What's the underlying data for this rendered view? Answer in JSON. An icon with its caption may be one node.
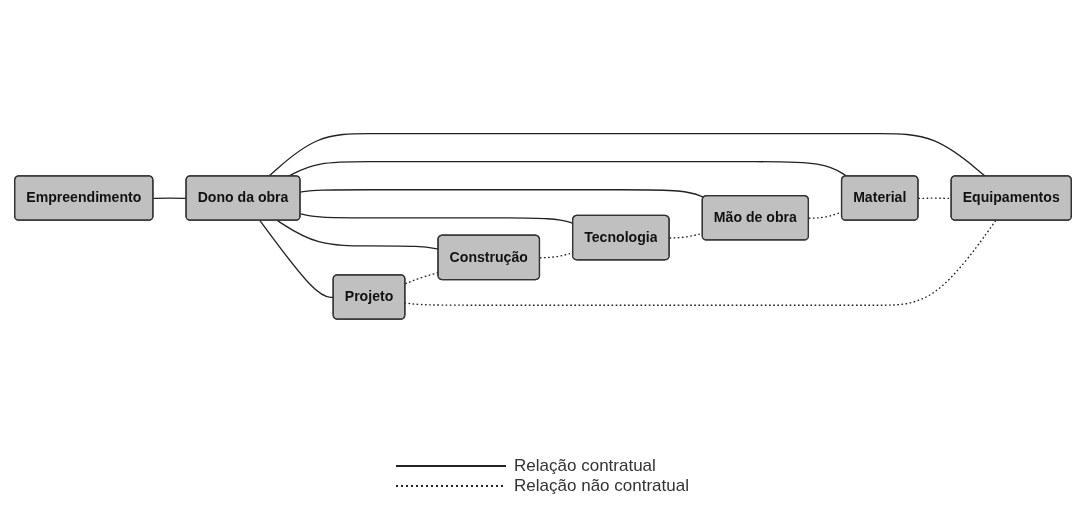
{
  "diagram": {
    "nodes": [
      {
        "text": [
          "Empreendimento"
        ]
      },
      {
        "text": [
          "Dono da obra"
        ]
      },
      {
        "text": [
          "Projeto"
        ]
      },
      {
        "text": [
          "Construção"
        ]
      },
      {
        "text": [
          "Tecnologia"
        ]
      },
      {
        "text": [
          "Mão de obra"
        ]
      },
      {
        "text": [
          "Material"
        ]
      },
      {
        "text": [
          "Equipamentos"
        ]
      }
    ],
    "edges": [
      {
        "from": 0,
        "to": 1,
        "arrow": "none"
      },
      {
        "from": 1,
        "to": 2,
        "arrow": "none"
      },
      {
        "from": 1,
        "to": 3,
        "arrow": "none"
      },
      {
        "from": 1,
        "to": 4,
        "arrow": "none"
      },
      {
        "from": 1,
        "to": 5,
        "arrow": "none"
      },
      {
        "from": 1,
        "to": 6,
        "arrow": "none"
      },
      {
        "from": 1,
        "to": 7,
        "arrow": "none"
      },
      {
        "from": 2,
        "to": 3,
        "arrow": "none",
        "style": "dashed"
      },
      {
        "from": 3,
        "to": 4,
        "arrow": "none",
        "style": "dashed"
      },
      {
        "from": 4,
        "to": 5,
        "arrow": "none",
        "style": "dashed"
      },
      {
        "from": 5,
        "to": 6,
        "arrow": "none",
        "style": "dashed"
      },
      {
        "from": 6,
        "to": 7,
        "arrow": "none",
        "style": "dashed"
      },
      {
        "from": 7,
        "to": 2,
        "arrow": "none",
        "style": "dashed"
      }
    ],
    "legend": [
      {
        "text": "Relação contratual"
      },
      {
        "text": "Relação não contratual"
      }
    ]
  }
}
